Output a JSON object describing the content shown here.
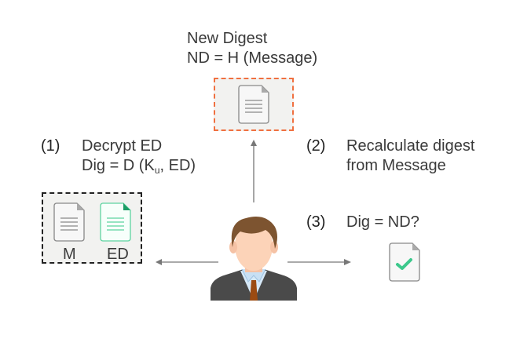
{
  "new_digest": {
    "title": "New Digest",
    "formula": "ND = H (Message)"
  },
  "step1": {
    "number": "(1)",
    "line1": "Decrypt ED",
    "line2_pre": "Dig = D (K",
    "line2_sub": "u",
    "line2_post": ", ED)"
  },
  "step2": {
    "number": "(2)",
    "line1": "Recalculate digest",
    "line2": "from Message"
  },
  "step3": {
    "number": "(3)",
    "line1": "Dig = ND?"
  },
  "documents": {
    "message_label": "M",
    "encrypted_label": "ED"
  },
  "colors": {
    "orange_border": "#f07040",
    "green_doc": "#3cc88c",
    "check": "#3cc88c",
    "box_border": "#222222",
    "arrow": "#777777"
  }
}
